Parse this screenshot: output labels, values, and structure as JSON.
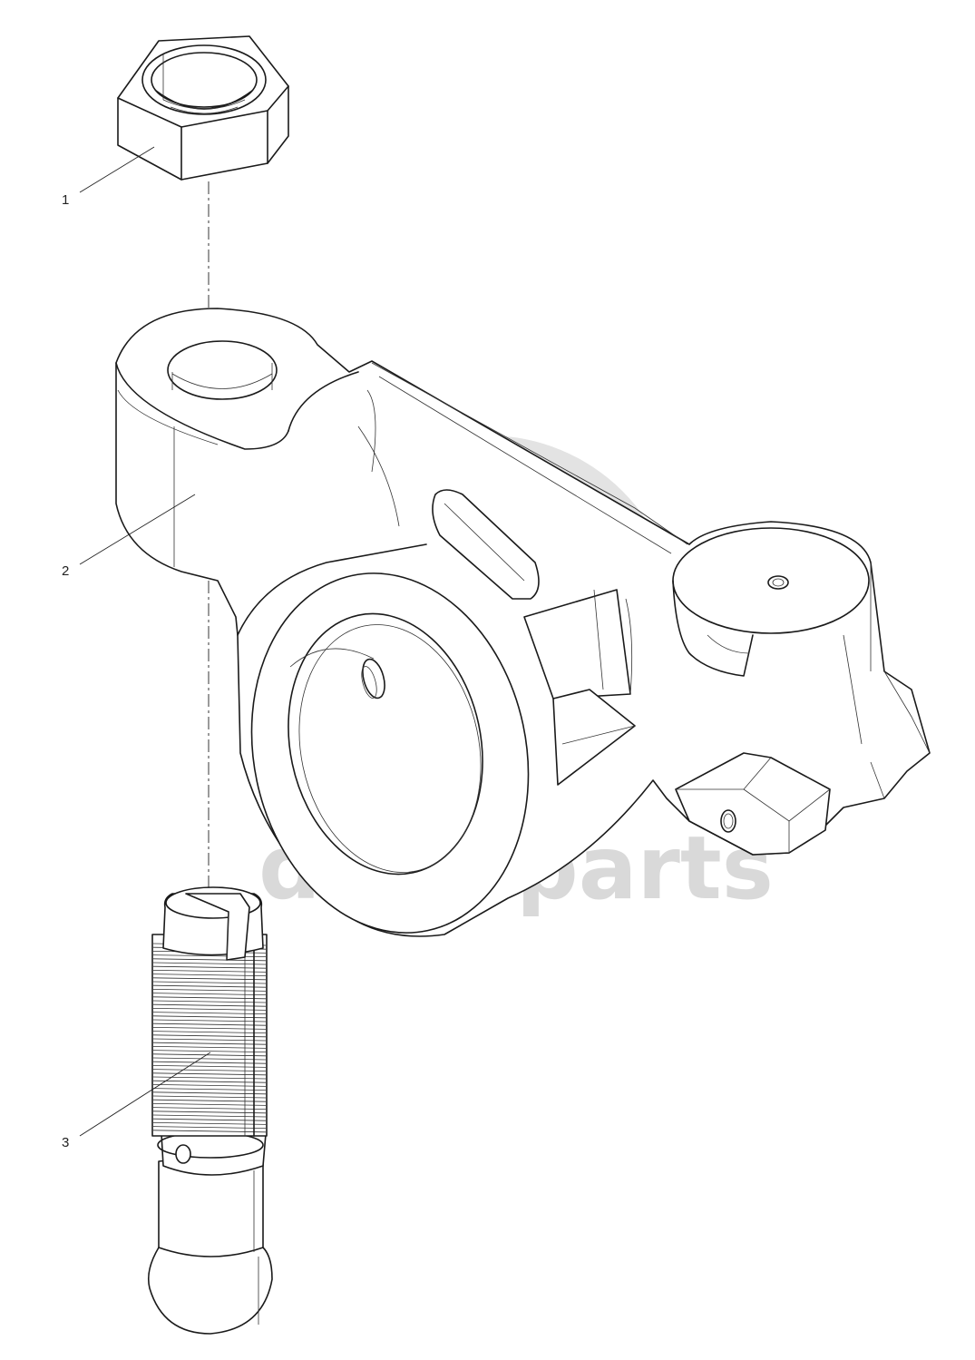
{
  "watermark": {
    "text": "data-parts",
    "color": "#d9d9d9"
  },
  "callouts": [
    {
      "label": "1",
      "part": "hex-nut"
    },
    {
      "label": "2",
      "part": "rocker-arm"
    },
    {
      "label": "3",
      "part": "adjusting-screw"
    }
  ],
  "colors": {
    "line": "#1a1a1a",
    "background": "#ffffff"
  }
}
